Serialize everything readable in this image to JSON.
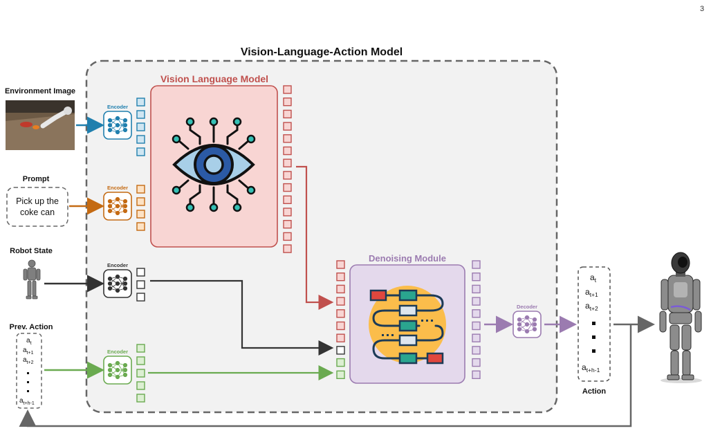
{
  "page_number": "3",
  "title": "Vision-Language-Action Model",
  "vlm_label": "Vision Language Model",
  "denoise_label": "Denoising Module",
  "inputs": {
    "env_image_label": "Environment Image",
    "prompt_label": "Prompt",
    "prompt_text_line1": "Pick up the",
    "prompt_text_line2": "coke can",
    "robot_state_label": "Robot State",
    "prev_action_label": "Prev. Action"
  },
  "encoder_label": "Encoder",
  "decoder_label": "Decoder",
  "output_label": "Action",
  "action_sequence": [
    {
      "base": "a",
      "sub": "t"
    },
    {
      "base": "a",
      "sub": "t+1"
    },
    {
      "base": "a",
      "sub": "t+2"
    },
    {
      "base": "a",
      "sub": "t+h-1"
    }
  ],
  "colors": {
    "vision": "#1f7fae",
    "prompt": "#c46a12",
    "state": "#333333",
    "prev_action": "#6aaa50",
    "vlm": "#c0504d",
    "vlm_fill": "#f8d5d3",
    "denoise": "#9b7bb0",
    "denoise_fill": "#e4d9ec",
    "frame": "#666666",
    "frame_fill": "#f2f2f2"
  },
  "icons": [
    "eye-circuit-icon",
    "neural-network-icon",
    "flowchart-icon",
    "robot-arm-photo",
    "humanoid-robot-icon"
  ]
}
